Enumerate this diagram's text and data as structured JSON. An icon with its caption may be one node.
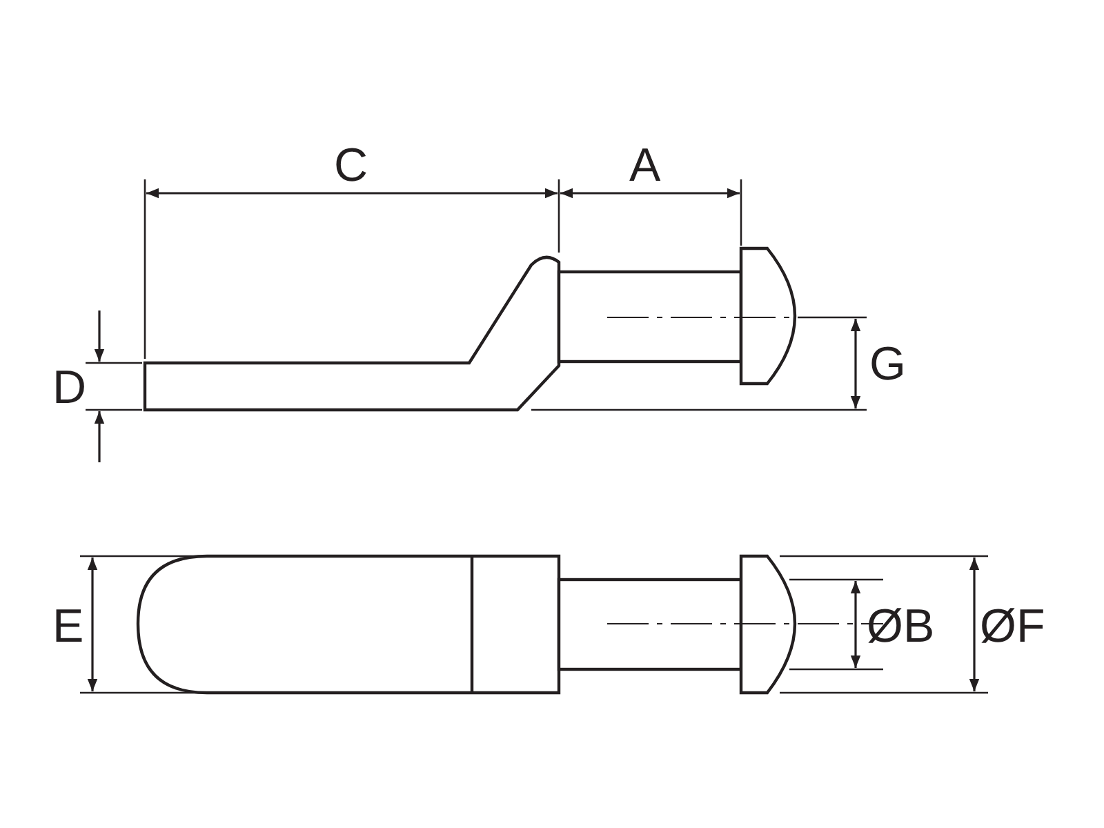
{
  "diagram": {
    "labels": [
      "C",
      "A",
      "D",
      "G",
      "E",
      "ØB",
      "ØF"
    ]
  }
}
